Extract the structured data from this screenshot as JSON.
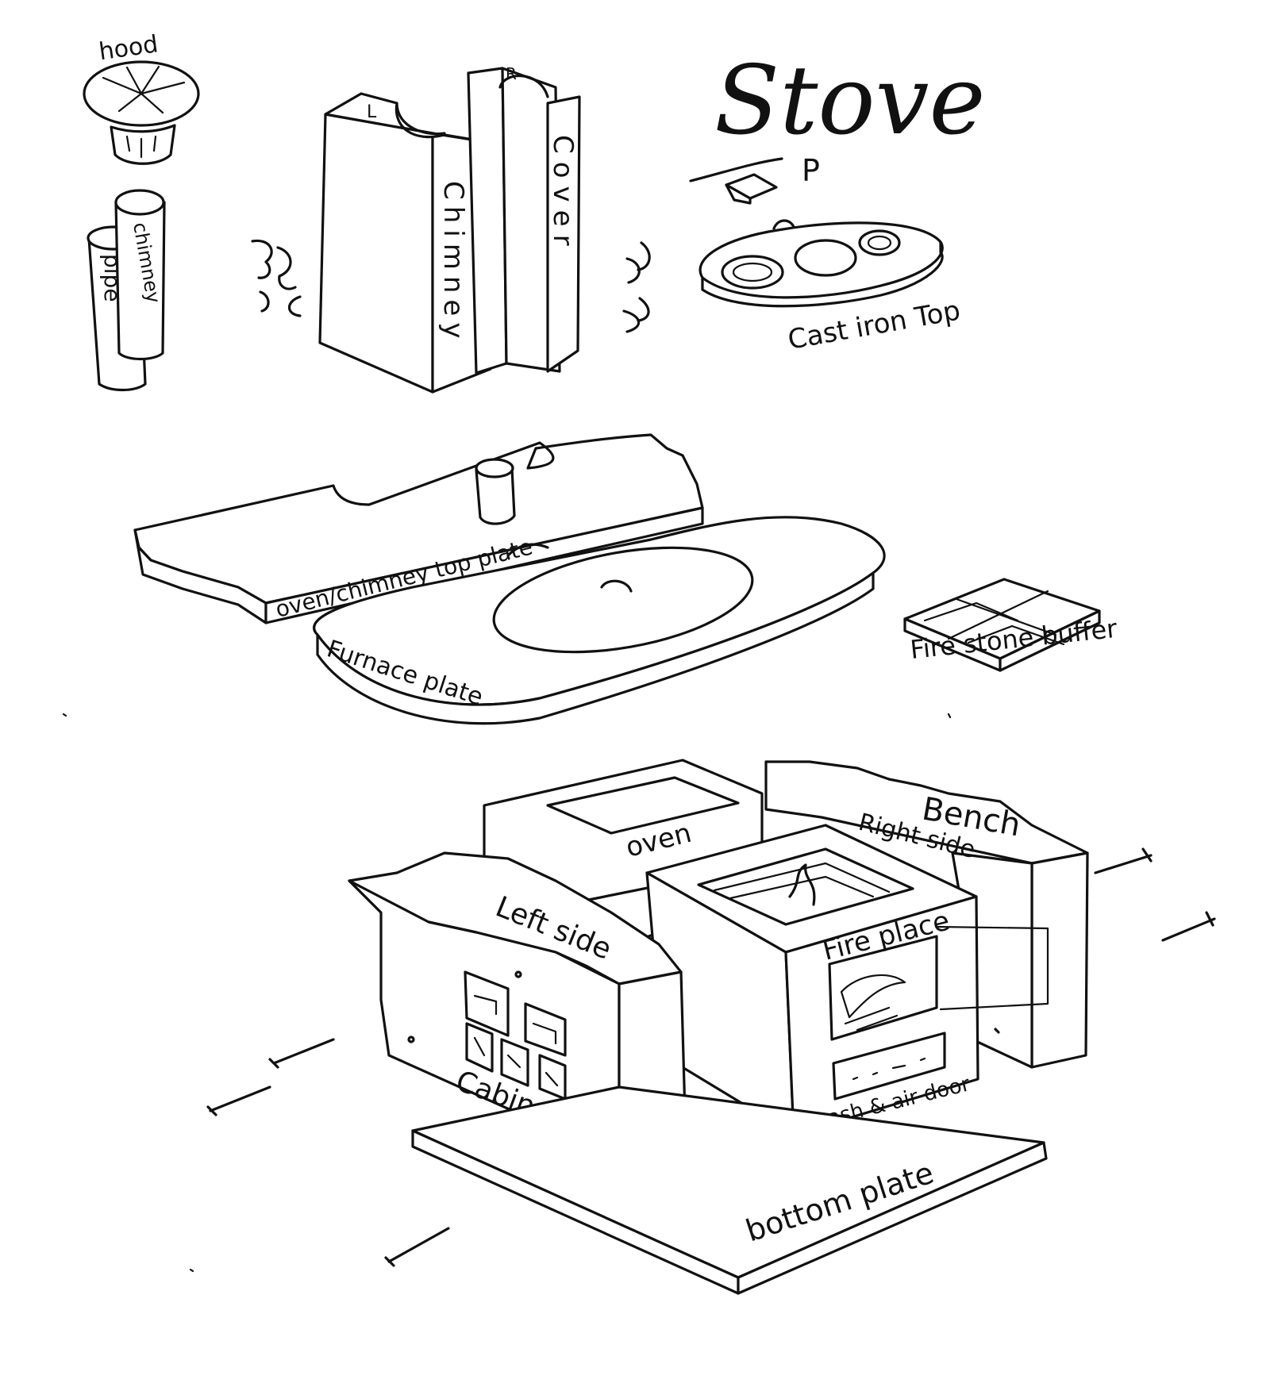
{
  "title": "Stove",
  "labels": {
    "hood": "hood",
    "pipe": "pipe",
    "chimney_small": "chimney",
    "left_marker": "L",
    "right_marker": "R",
    "chimney": "Chimney",
    "cover": "Cover",
    "lid_marker": "P",
    "cast_iron_top": "Cast iron Top",
    "oven_chimney_top_plate": "oven/chimney top plate",
    "furnace_plate": "Furnace plate",
    "fire_stone_buffer": "Fire stone buffer",
    "oven": "oven",
    "bench": "Bench",
    "right_side": "Right side",
    "left_side": "Left side",
    "fireplace": "Fire place",
    "cabinet": "Cabinet",
    "ash_air_door": "ash & air door",
    "bottom_plate": "bottom plate"
  },
  "colors": {
    "ink": "#111111",
    "paper": "#ffffff"
  }
}
